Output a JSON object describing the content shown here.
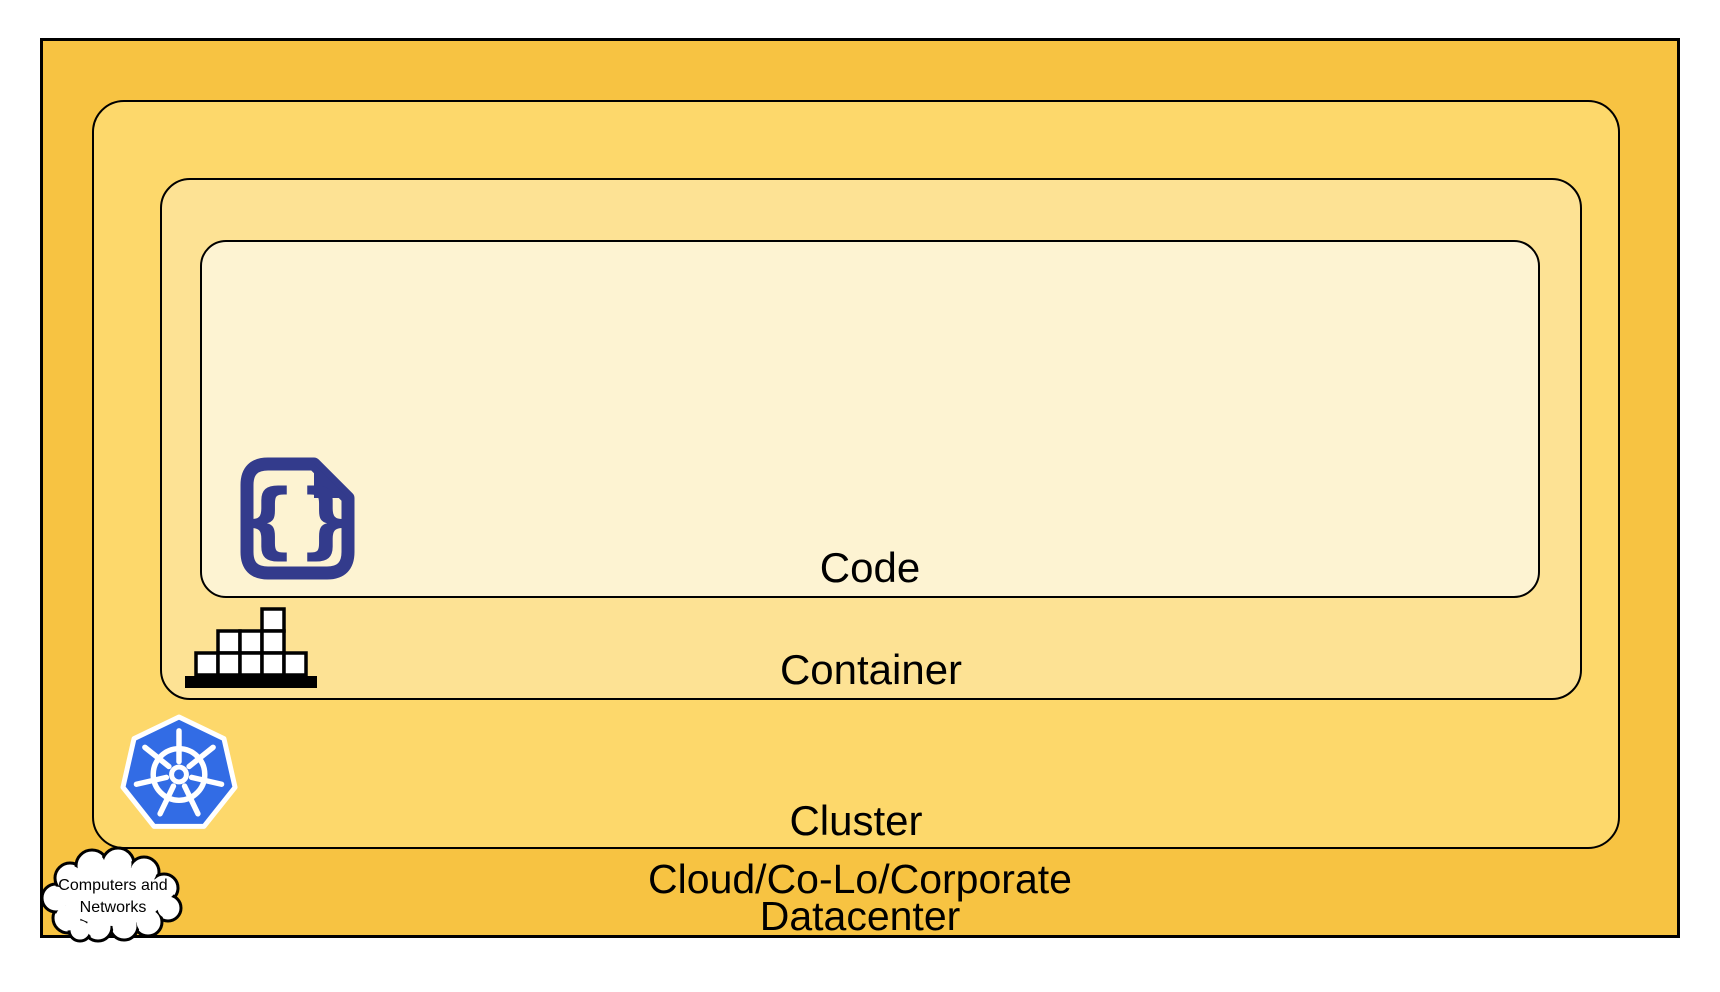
{
  "diagram": {
    "title": "Nested deployment layers diagram",
    "layers": [
      {
        "name": "code",
        "label": "Code",
        "icon": "code-file-icon",
        "fill": "#FDF3D2"
      },
      {
        "name": "container",
        "label": "Container",
        "icon": "container-stack-icon",
        "fill": "#FDE294"
      },
      {
        "name": "cluster",
        "label": "Cluster",
        "icon": "kubernetes-icon",
        "fill": "#FDD86B"
      },
      {
        "name": "datacenter",
        "label_line1": "Cloud/Co-Lo/Corporate",
        "label_line2": "Datacenter",
        "icon": "cloud-icon",
        "fill": "#F7C342"
      }
    ],
    "cloud_callout": {
      "line1": "Computers and",
      "line2": "Networks"
    },
    "icons": {
      "code_glyph": "{}"
    },
    "colors": {
      "border": "#000000",
      "datacenter_fill": "#F7C342",
      "cluster_fill": "#FDD86B",
      "container_fill": "#FDE294",
      "code_fill": "#FDF3D2",
      "code_icon_navy": "#333B8C",
      "kubernetes_blue": "#326CE5",
      "label_text": "#000000",
      "page_background": "#FFFFFF"
    }
  }
}
